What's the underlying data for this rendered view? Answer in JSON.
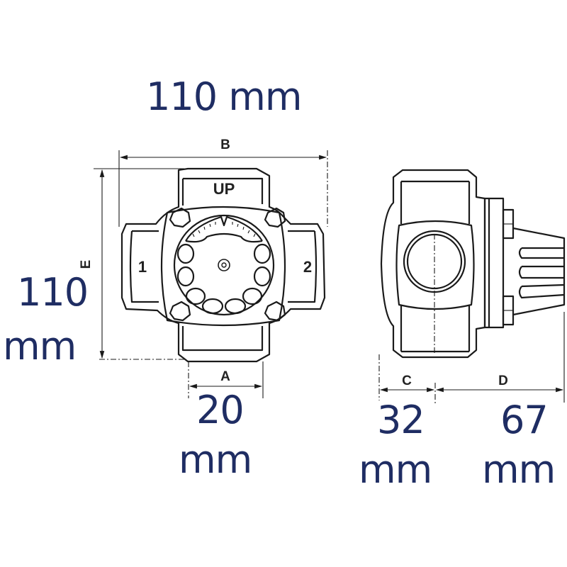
{
  "diagram": {
    "subject": "3-way mixing valve with actuator mount — dimensional drawing",
    "front_view": {
      "top_label": "UP",
      "port_labels": [
        "1",
        "2"
      ]
    },
    "dimensions": {
      "B": {
        "letter": "B",
        "value": "110 mm"
      },
      "E": {
        "letter": "E",
        "value_line1": "110",
        "value_line2": "mm"
      },
      "A": {
        "letter": "A",
        "value_line1": "20",
        "value_line2": "mm"
      },
      "C": {
        "letter": "C",
        "value_line1": "32",
        "value_line2": "mm"
      },
      "D": {
        "letter": "D",
        "value_line1": "67",
        "value_line2": "mm"
      }
    },
    "colors": {
      "dimension_text": "#1f2d63",
      "drawing_lines": "#1a1a1a",
      "background": "#ffffff"
    }
  }
}
